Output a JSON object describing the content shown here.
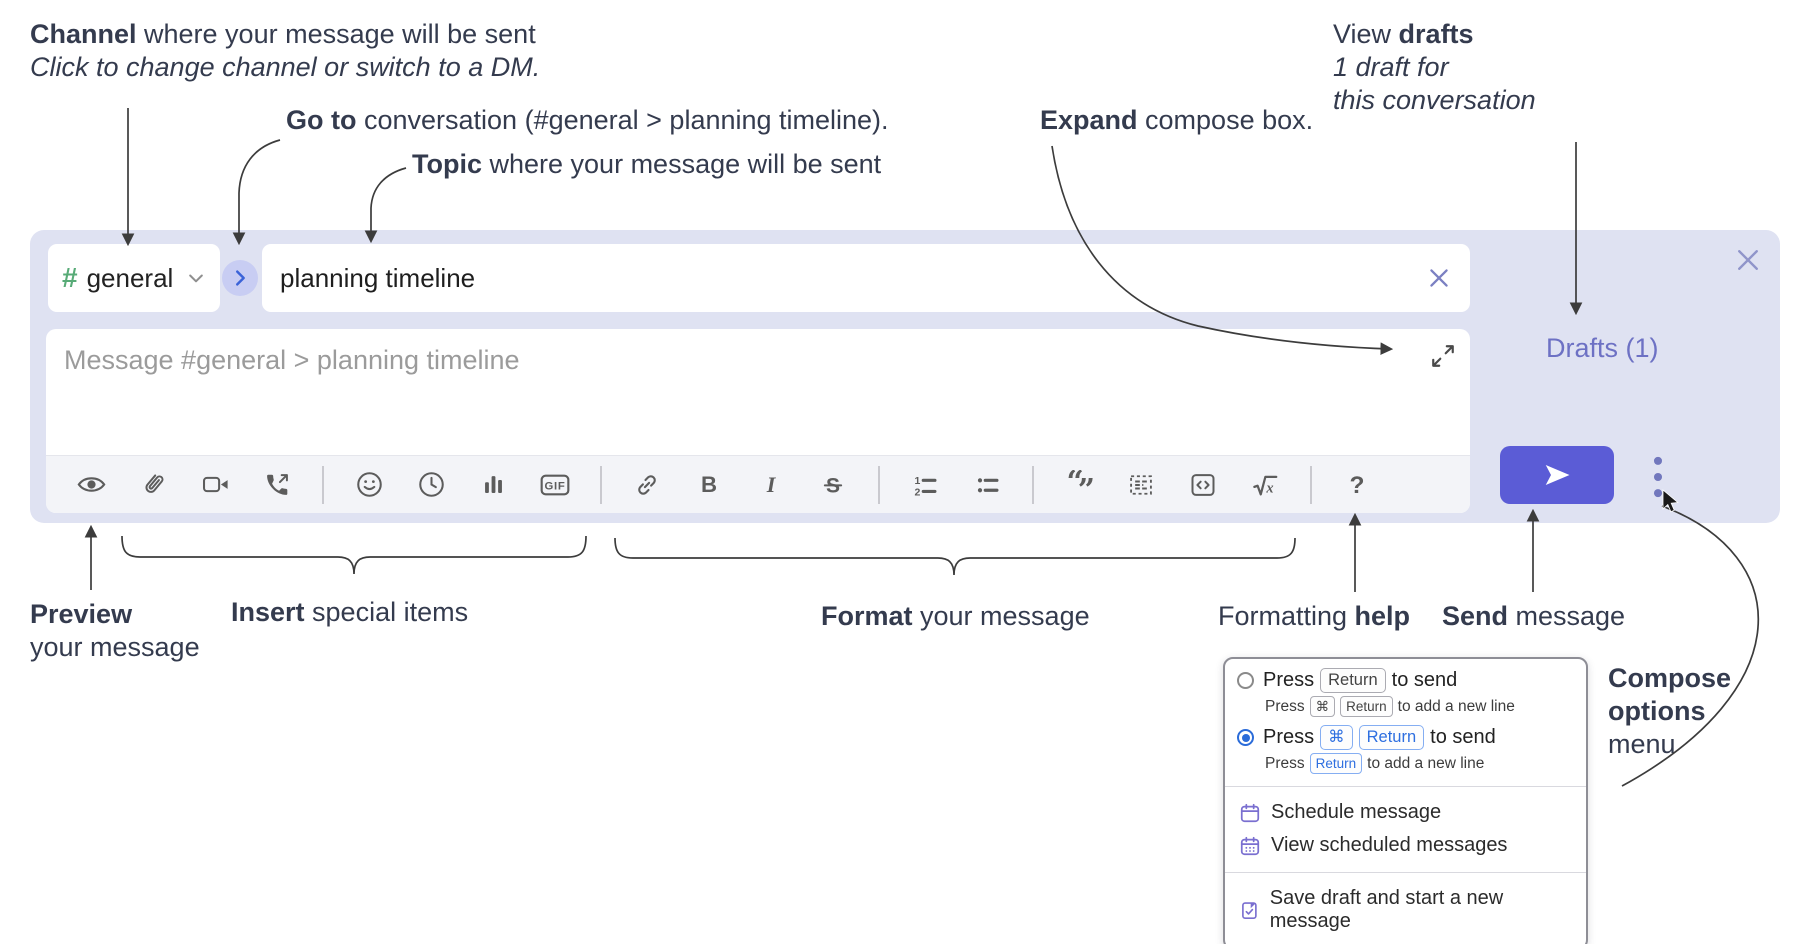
{
  "colors": {
    "container_bg": "#dfe2f2",
    "send_button": "#5b5cd6",
    "drafts_link": "#6d71c4",
    "hash_green": "#58ab77",
    "goto_blue": "#3b63d8",
    "key_blue": "#2e6fe0",
    "radio_selected_blue": "#2b6cd9",
    "menu_icon_purple": "#7a6fd0",
    "toolbar_icon_gray": "#5c5c5c",
    "annotation_ink": "#343b4e"
  },
  "annotations": {
    "channel": {
      "bold": "Channel",
      "rest": " where your message will be sent",
      "sub": "Click to change channel or switch to a DM."
    },
    "goto": {
      "bold": "Go to",
      "rest": " conversation (#general > planning timeline)."
    },
    "topic": {
      "bold": "Topic",
      "rest": " where your message will be sent"
    },
    "expand": {
      "bold": "Expand",
      "rest": " compose box."
    },
    "view_drafts": {
      "pre": "View ",
      "bold": "drafts",
      "line2": "1 draft for",
      "line3": "this conversation"
    },
    "preview": {
      "bold": "Preview",
      "line2": "your message"
    },
    "insert": {
      "bold": "Insert",
      "rest": " special items"
    },
    "format": {
      "bold": "Format",
      "rest": " your message"
    },
    "formatting_help": {
      "pre": "Formatting ",
      "bold": "help"
    },
    "send": {
      "bold": "Send",
      "rest": " message"
    },
    "compose_options": {
      "line1": "Compose",
      "line2": "options",
      "line3": "menu"
    }
  },
  "compose": {
    "channel_hash": "#",
    "channel_name": "general",
    "topic_value": "planning timeline",
    "message_placeholder": "Message #general > planning timeline",
    "drafts_link": "Drafts (1)"
  },
  "toolbar": {
    "glyphs": {
      "bold": "B",
      "italic": "I",
      "strike": "S",
      "gif": "GIF",
      "math_x": "x",
      "help": "?",
      "quote_open": "“",
      "quote_close": "”",
      "numbered_one": "1",
      "numbered_two": "2"
    }
  },
  "menu": {
    "press_label": "Press",
    "return_key": "Return",
    "cmd_key": "⌘",
    "to_send": "to send",
    "add_new_line": "to add a new line",
    "items": [
      "Schedule message",
      "View scheduled messages",
      "Save draft and start a new message"
    ]
  }
}
